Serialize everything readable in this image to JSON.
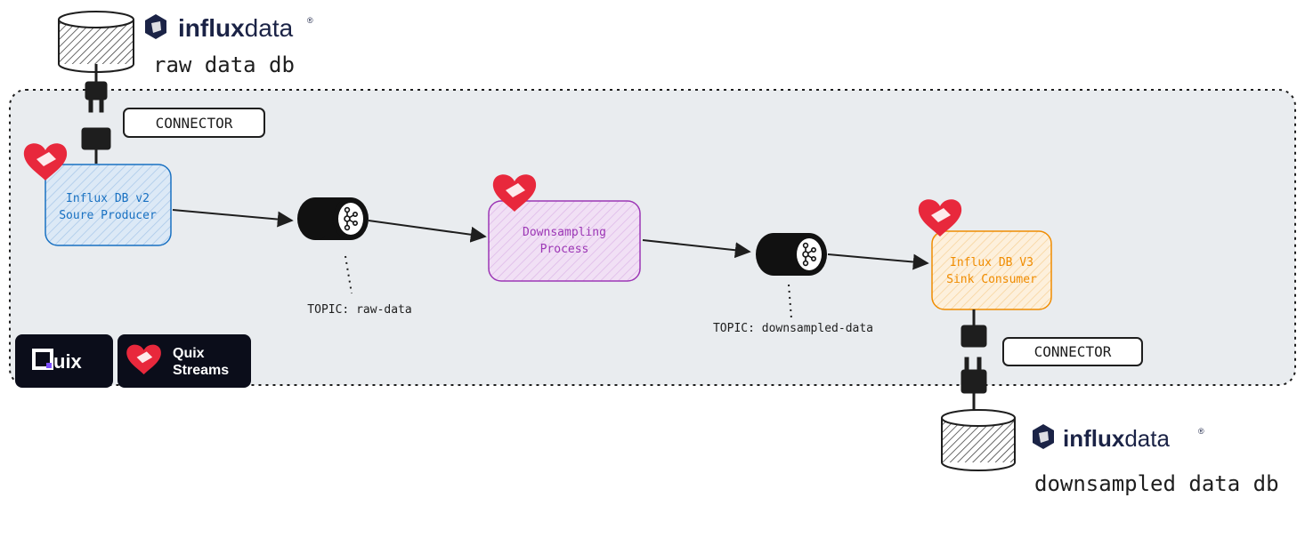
{
  "colors": {
    "frame_fill": "#e9ecef",
    "frame_stroke": "#1e1e1e",
    "source_stroke": "#1971c2",
    "source_fill": "#d0e5f7",
    "process_stroke": "#9c36b5",
    "process_fill": "#ecd5f2",
    "sink_stroke": "#f08c00",
    "sink_fill": "#fde8c9",
    "quix_red": "#e8283c",
    "influx_navy": "#1b2346"
  },
  "influx_top": {
    "logo_bold": "influx",
    "logo_light": "data",
    "reg": "®",
    "db_label": "raw data db"
  },
  "influx_bottom": {
    "logo_bold": "influx",
    "logo_light": "data",
    "reg": "®",
    "db_label": "downsampled data db"
  },
  "connectors": {
    "top_label": "CONNECTOR",
    "bottom_label": "CONNECTOR"
  },
  "nodes": {
    "source": {
      "line1": "Influx DB v2",
      "line2": "Soure Producer"
    },
    "process": {
      "line1": "Downsampling",
      "line2": "Process"
    },
    "sink": {
      "line1": "Influx DB V3",
      "line2": "Sink Consumer"
    }
  },
  "topics": {
    "raw": "TOPIC: raw-data",
    "downsampled": "TOPIC: downsampled-data"
  },
  "badges": {
    "quix": "uix",
    "quix_streams_line1": "Quix",
    "quix_streams_line2": "Streams"
  }
}
